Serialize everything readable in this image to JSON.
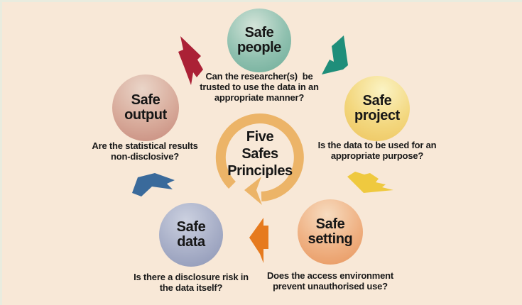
{
  "diagram": {
    "center_label": "Five\nSafes\nPrinciples",
    "nodes": [
      {
        "id": "safe-people",
        "label": "Safe\npeople",
        "caption": "Can the researcher(s)  be\ntrusted to use the data in an\nappropriate manner?"
      },
      {
        "id": "safe-project",
        "label": "Safe\nproject",
        "caption": "Is the data to be used for an\nappropriate purpose?"
      },
      {
        "id": "safe-setting",
        "label": "Safe\nsetting",
        "caption": "Does the access environment\nprevent unauthorised use?"
      },
      {
        "id": "safe-data",
        "label": "Safe\ndata",
        "caption": "Is there a disclosure risk in\nthe data itself?"
      },
      {
        "id": "safe-output",
        "label": "Safe\noutput",
        "caption": "Are the statistical results\nnon-disclosive?"
      }
    ],
    "colors": {
      "background": "#f8e8d7",
      "edge_strip": "#e9ecdf",
      "text": "#1c1c1c",
      "ring": "#ecb468",
      "arrow_output_to_people": "#ab2136",
      "arrow_people_to_project": "#1f8e7a",
      "arrow_project_to_setting": "#efc93f",
      "arrow_setting_to_data": "#e67a1e",
      "arrow_data_to_output": "#3a6a9b",
      "circle_people": "#6cab97",
      "circle_project": "#edc35c",
      "circle_setting": "#e7945b",
      "circle_data": "#8b94b4",
      "circle_output": "#c6887a"
    }
  }
}
